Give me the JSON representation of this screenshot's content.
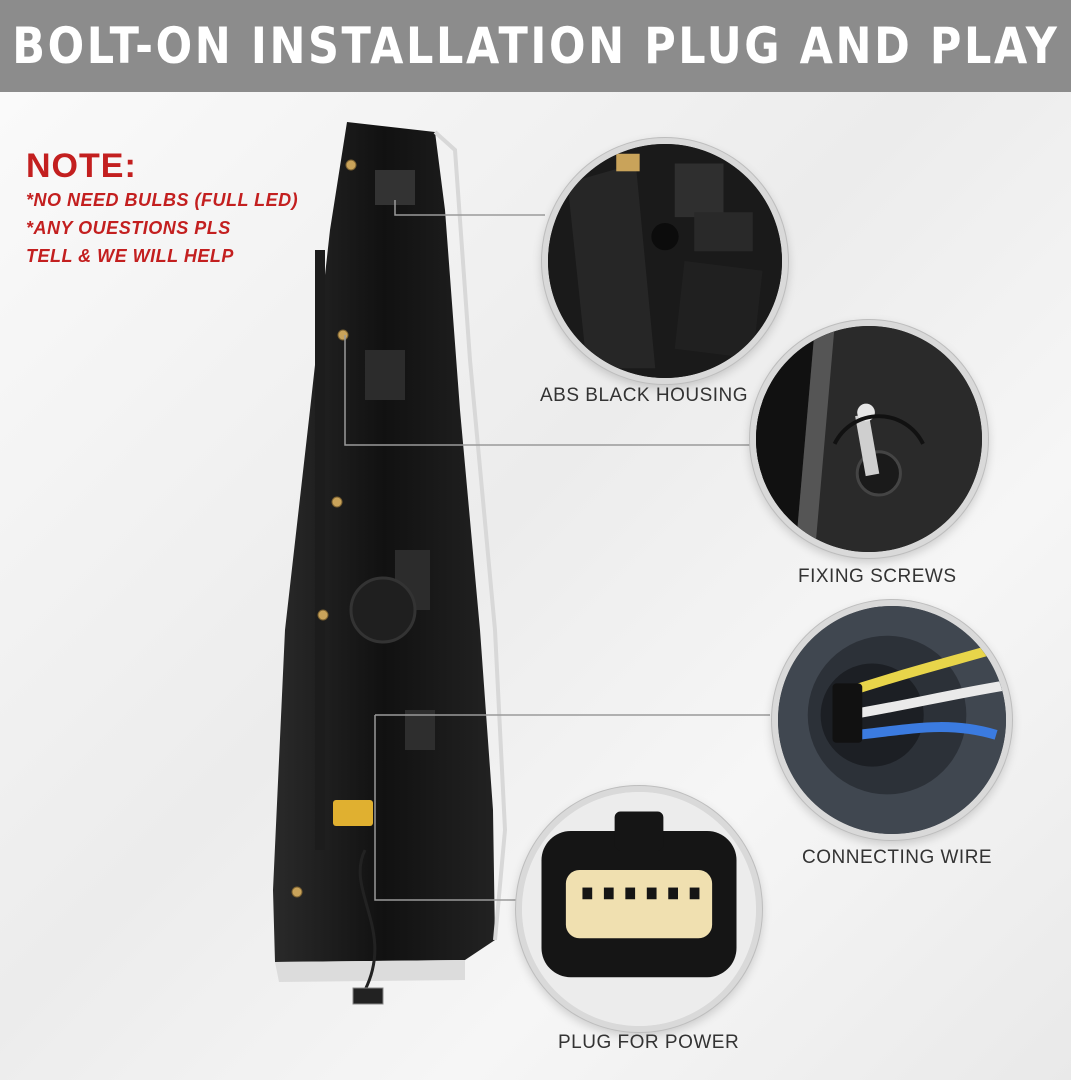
{
  "banner": {
    "title": "BOLT-ON INSTALLATION PLUG AND PLAY"
  },
  "note": {
    "title": "NOTE:",
    "lines": [
      "*NO NEED BULBS  (FULL LED)",
      "*ANY OUESTIONS PLS",
      "TELL & WE WILL HELP"
    ]
  },
  "callouts": [
    {
      "label": "ABS BLACK HOUSING"
    },
    {
      "label": "FIXING SCREWS"
    },
    {
      "label": "CONNECTING WIRE"
    },
    {
      "label": "PLUG FOR POWER"
    }
  ],
  "colors": {
    "banner": "#8c8c8c",
    "note": "#c31f1f",
    "housing": "#141414",
    "caption": "#333333"
  }
}
